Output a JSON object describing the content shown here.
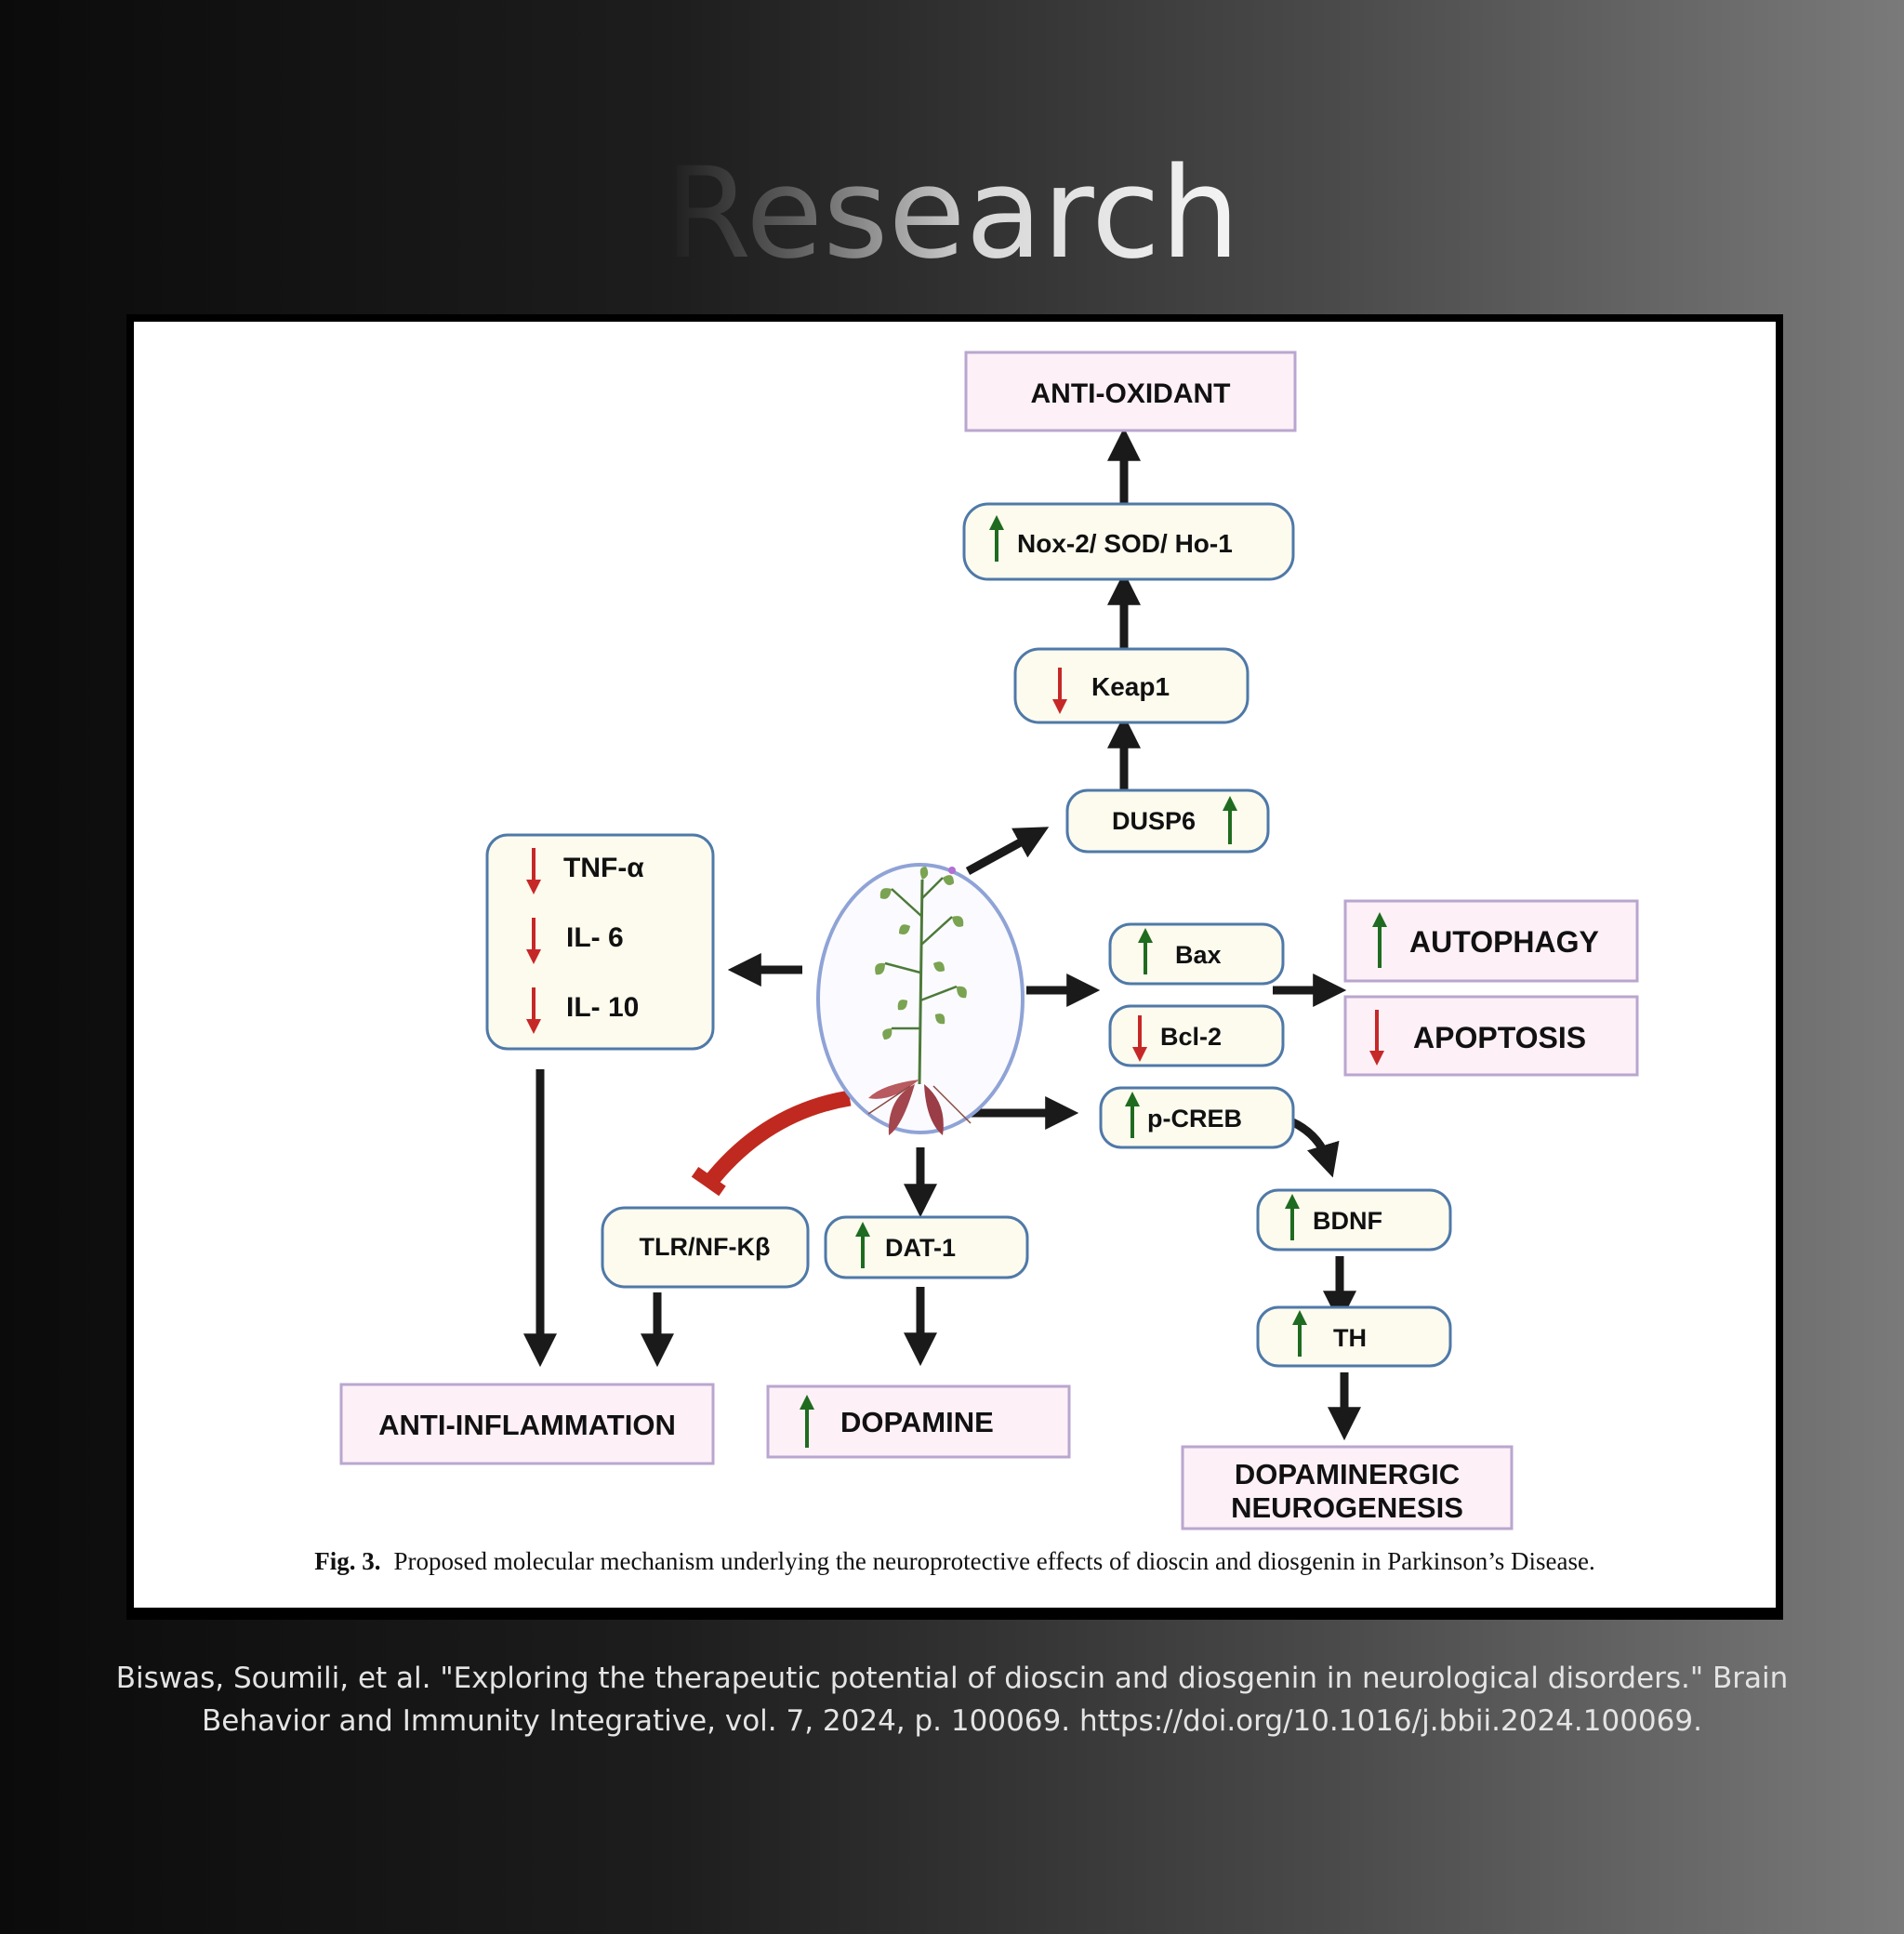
{
  "header": {
    "title": "Research"
  },
  "figure": {
    "nodes": {
      "anti_oxidant": "ANTI-OXIDANT",
      "nox2": "Nox-2/ SOD/ Ho-1",
      "keap1": "Keap1",
      "dusp6": "DUSP6",
      "tnf": "TNF-α",
      "il6": "IL- 6",
      "il10": "IL- 10",
      "bax": "Bax",
      "bcl2": "Bcl-2",
      "autophagy": "AUTOPHAGY",
      "apoptosis": "APOPTOSIS",
      "pcreb": "p-CREB",
      "bdnf": "BDNF",
      "th": "TH",
      "tlr": "TLR/NF-Kβ",
      "dat1": "DAT-1",
      "anti_inflammation": "ANTI-INFLAMMATION",
      "dopamine": "DOPAMINE",
      "neuro_line1": "DOPAMINERGIC",
      "neuro_line2": "NEUROGENESIS"
    },
    "caption_label": "Fig. 3.",
    "caption_text": "Proposed molecular mechanism underlying the neuroprotective effects of dioscin and diosgenin in Parkinson’s Disease.",
    "colors": {
      "up_arrow": "#1f6b1f",
      "down_arrow": "#c62828",
      "process_fill": "#fdfbee",
      "process_stroke": "#4f79a8",
      "outcome_fill": "#fdf0f7",
      "outcome_stroke": "#b9a6cf",
      "inhibit_arrow": "#c0291f"
    }
  },
  "citation": {
    "line1": "Biswas, Soumili, et al. \"Exploring the therapeutic potential of dioscin and diosgenin in neurological disorders.\" Brain",
    "line2": "Behavior and Immunity Integrative, vol. 7, 2024, p. 100069. https://doi.org/10.1016/j.bbii.2024.100069."
  }
}
